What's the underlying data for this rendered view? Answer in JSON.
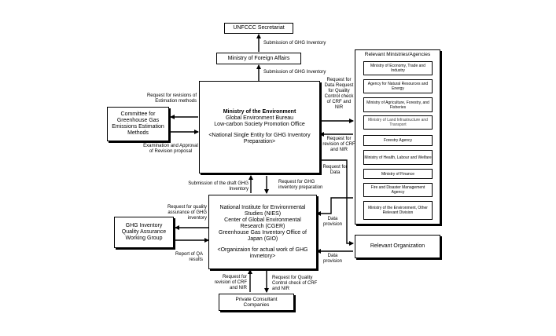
{
  "unfccc": "UNFCCC Secretariat",
  "mofa": "Ministry of Foreign Affairs",
  "moe": {
    "title": "Ministry of the Environment",
    "line1": "Global Environment Bureau",
    "line2": "Low-carbon Society Promotion Office",
    "note": "<National Single Entity for GHG Inventory Preparation>"
  },
  "committee": "Committee for Greenhouse Gas Emissions Estimation Methods",
  "nies": {
    "line1": "National Institute for Environmental Studies (NIES)",
    "line2": "Center of Global Environmental Research (CGER)",
    "line3": "Greenhouse Gas Inventory Office of Japan (GIO)",
    "note": "<Organizaion for actual work of GHG invnetory>"
  },
  "qa_group": "GHG Inventory Quality Assurance Working Group",
  "consultant": "Private Consultant Companies",
  "relevant_org": "Relevant Organization",
  "ministries": {
    "title": "Relevant Ministries/Agencies",
    "items": [
      "Ministry of Economy, Trade and Industry",
      "Agency for Natural Resources and Energy",
      "Ministry of Agriculture, Forestry, and Fisheries",
      "Ministry of Land Infrastructure and Transport",
      "Forestry Agency",
      "Ministry of Health, Labour and Welfare",
      "Ministry of Finance",
      "Fire and Disaster Management Agency",
      "Ministry of the Environment, Other Relevant Division"
    ]
  },
  "labels": {
    "submission_unfccc": "Submission of GHG Inventory",
    "submission_mofa": "Submission of GHG Inventory",
    "request_revisions_methods": "Request for revisions of Estimation methods",
    "examination_approval": "Examination and Approval of Revision proposal",
    "request_data_qc": "Request for Data Request for Quality Control check of CRF and NIR",
    "request_revision_crf": "Request for revision of CRF and NIR",
    "request_data": "Request for Data",
    "submission_draft": "Submission of the draft GHG Inventory",
    "request_preparation": "Request for GHG inventory preparation",
    "request_qa": "Request for quality assurance of GHG inventory",
    "report_qa": "Report of QA results",
    "data_provision_1": "Data provision",
    "data_provision_2": "Data provision",
    "request_revision_crf_2": "Request for revision of CRF and NIR",
    "request_qc_2": "Request for Quality Control check of CRF and NIR"
  }
}
